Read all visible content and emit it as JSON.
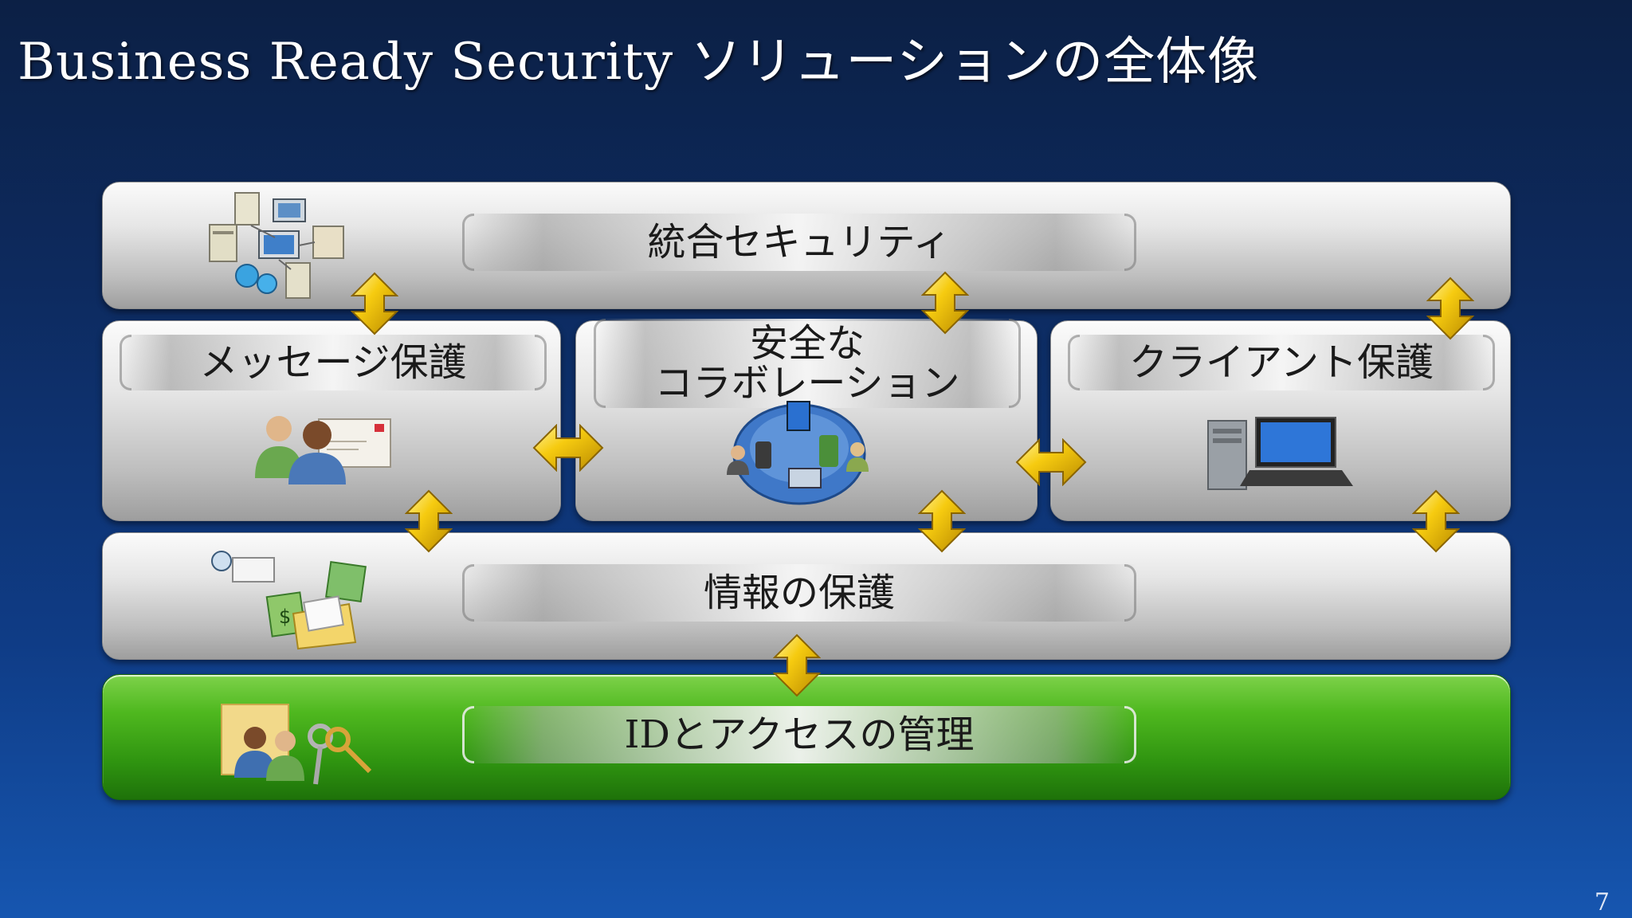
{
  "slide": {
    "title": "Business Ready Security ソリューションの全体像",
    "page_number": "7"
  },
  "layers": {
    "integrated_security": "統合セキュリティ",
    "message_protection": "メッセージ保護",
    "secure_collaboration_line1": "安全な",
    "secure_collaboration_line2": "コラボレーション",
    "client_protection": "クライアント保護",
    "information_protection": "情報の保護",
    "identity_access": "IDとアクセスの管理"
  },
  "icons": [
    "server-network-icon",
    "users-mail-icon",
    "collaboration-globe-icon",
    "desktop-laptop-icon",
    "documents-folder-icon",
    "users-keys-icon"
  ],
  "colors": {
    "background_top": "#0c2045",
    "background_bottom": "#1656b0",
    "layer_gray": "#d9d9d9",
    "layer_green": "#3fa516",
    "arrow_gold": "#f2c400"
  }
}
